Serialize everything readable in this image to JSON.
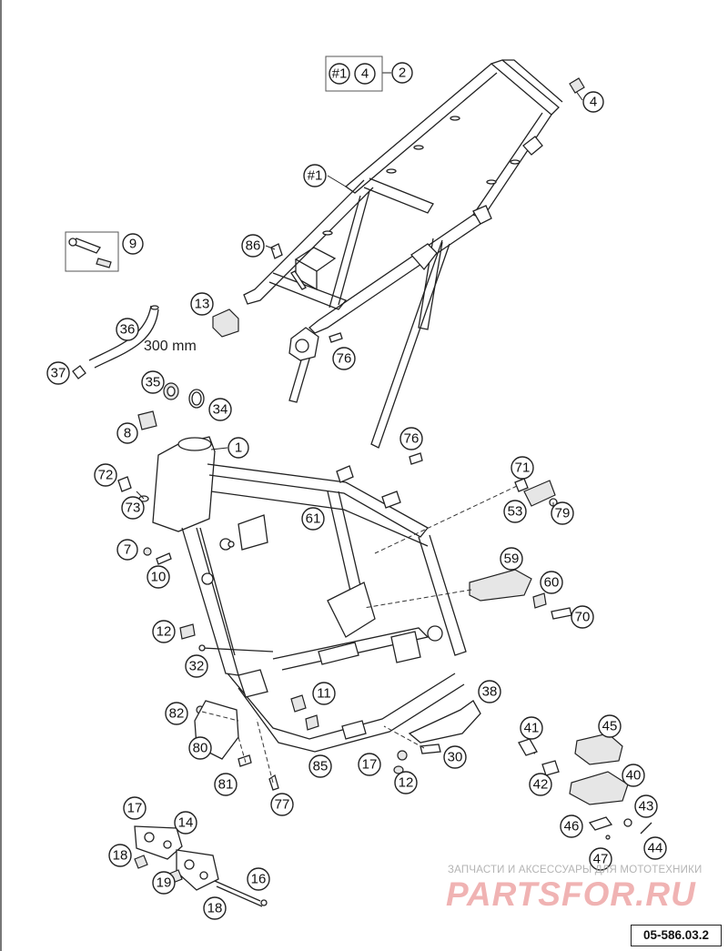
{
  "header_ref": {
    "subassembly_marker": "#1",
    "item": "4",
    "target": "2"
  },
  "callouts": [
    {
      "id": "c2",
      "label": "2"
    },
    {
      "id": "c4",
      "label": "4"
    },
    {
      "id": "c-sub1",
      "label": "#1"
    },
    {
      "id": "c9",
      "label": "9"
    },
    {
      "id": "c86",
      "label": "86"
    },
    {
      "id": "c13",
      "label": "13"
    },
    {
      "id": "c36",
      "label": "36"
    },
    {
      "id": "c76a",
      "label": "76"
    },
    {
      "id": "c37",
      "label": "37"
    },
    {
      "id": "c35",
      "label": "35"
    },
    {
      "id": "c34",
      "label": "34"
    },
    {
      "id": "c8",
      "label": "8"
    },
    {
      "id": "c76b",
      "label": "76"
    },
    {
      "id": "c1",
      "label": "1"
    },
    {
      "id": "c72",
      "label": "72"
    },
    {
      "id": "c71",
      "label": "71"
    },
    {
      "id": "c73",
      "label": "73"
    },
    {
      "id": "c53",
      "label": "53"
    },
    {
      "id": "c79",
      "label": "79"
    },
    {
      "id": "c61",
      "label": "61"
    },
    {
      "id": "c7",
      "label": "7"
    },
    {
      "id": "c10",
      "label": "10"
    },
    {
      "id": "c59",
      "label": "59"
    },
    {
      "id": "c60",
      "label": "60"
    },
    {
      "id": "c70",
      "label": "70"
    },
    {
      "id": "c12a",
      "label": "12"
    },
    {
      "id": "c32",
      "label": "32"
    },
    {
      "id": "c38",
      "label": "38"
    },
    {
      "id": "c11",
      "label": "11"
    },
    {
      "id": "c82",
      "label": "82"
    },
    {
      "id": "c41",
      "label": "41"
    },
    {
      "id": "c45",
      "label": "45"
    },
    {
      "id": "c80",
      "label": "80"
    },
    {
      "id": "c17a",
      "label": "17"
    },
    {
      "id": "c30",
      "label": "30"
    },
    {
      "id": "c85",
      "label": "85"
    },
    {
      "id": "c40",
      "label": "40"
    },
    {
      "id": "c81",
      "label": "81"
    },
    {
      "id": "c12b",
      "label": "12"
    },
    {
      "id": "c42",
      "label": "42"
    },
    {
      "id": "c77",
      "label": "77"
    },
    {
      "id": "c43",
      "label": "43"
    },
    {
      "id": "c17b",
      "label": "17"
    },
    {
      "id": "c14",
      "label": "14"
    },
    {
      "id": "c46",
      "label": "46"
    },
    {
      "id": "c44",
      "label": "44"
    },
    {
      "id": "c18a",
      "label": "18"
    },
    {
      "id": "c47",
      "label": "47"
    },
    {
      "id": "c19",
      "label": "19"
    },
    {
      "id": "c16",
      "label": "16"
    },
    {
      "id": "c18b",
      "label": "18"
    }
  ],
  "dimension_label": "300 mm",
  "watermark": {
    "tagline": "ЗАПЧАСТИ И АКСЕССУАРЫ ДЛЯ МОТОТЕХНИКИ",
    "logo_text": "PARTSFOR.RU"
  },
  "drawing_number": "05-586.03.2"
}
